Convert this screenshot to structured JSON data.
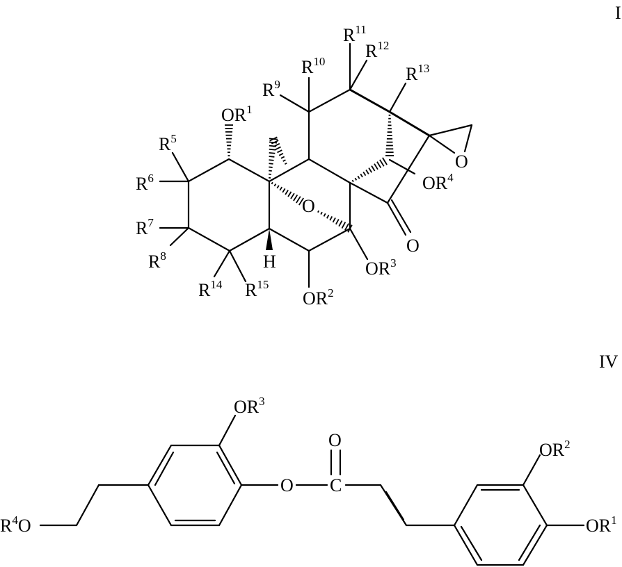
{
  "formula_I": {
    "label": "I",
    "or1": {
      "main": "OR",
      "sup": "1"
    },
    "or2": {
      "main": "OR",
      "sup": "2"
    },
    "or3": {
      "main": "OR",
      "sup": "3"
    },
    "or4": {
      "main": "OR",
      "sup": "4"
    },
    "r5": {
      "main": "R",
      "sup": "5"
    },
    "r6": {
      "main": "R",
      "sup": "6"
    },
    "r7": {
      "main": "R",
      "sup": "7"
    },
    "r8": {
      "main": "R",
      "sup": "8"
    },
    "r9": {
      "main": "R",
      "sup": "9"
    },
    "r10": {
      "main": "R",
      "sup": "10"
    },
    "r11": {
      "main": "R",
      "sup": "11"
    },
    "r12": {
      "main": "R",
      "sup": "12"
    },
    "r13": {
      "main": "R",
      "sup": "13"
    },
    "r14": {
      "main": "R",
      "sup": "14"
    },
    "r15": {
      "main": "R",
      "sup": "15"
    },
    "h": "H",
    "o_bridge": "O",
    "o_carbonyl": "O",
    "o_epoxide": "O"
  },
  "formula_IV": {
    "label": "IV",
    "r4o": {
      "main": "R",
      "sup": "4",
      "suffix": "O"
    },
    "or3": {
      "main": "OR",
      "sup": "3"
    },
    "or2": {
      "main": "OR",
      "sup": "2"
    },
    "or1": {
      "main": "OR",
      "sup": "1"
    },
    "o_ester": "O",
    "c_carbonyl": "C",
    "o_carbonyl": "O"
  }
}
